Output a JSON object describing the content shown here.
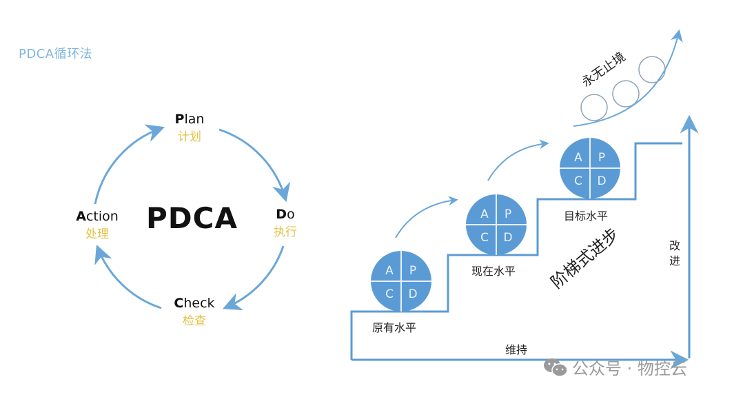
{
  "title": "PDCA循环法",
  "cycle": {
    "center": "PDCA",
    "phases": [
      {
        "key": "plan",
        "initial": "P",
        "rest": "lan",
        "zh": "计划"
      },
      {
        "key": "do",
        "initial": "D",
        "rest": "o",
        "zh": "执行"
      },
      {
        "key": "check",
        "initial": "C",
        "rest": "heck",
        "zh": "检查"
      },
      {
        "key": "action",
        "initial": "A",
        "rest": "ction",
        "zh": "处理"
      }
    ]
  },
  "staircase": {
    "quadrant_letters": [
      "A",
      "P",
      "C",
      "D"
    ],
    "levels": [
      {
        "label": "原有水平"
      },
      {
        "label": "现在水平"
      },
      {
        "label": "目标水平"
      }
    ],
    "diagonal_label": "阶梯式进步",
    "endless_label": "永无止境",
    "improve_label": "改进",
    "maintain_label": "维持"
  },
  "watermark": {
    "icon": "wechat-icon",
    "text": "公众号 · 物控云"
  },
  "colors": {
    "accent": "#5b9bd5",
    "title": "#7fb6e2",
    "zh_phase": "#e3c243",
    "circle_fill": "#5b9bd5",
    "arrow": "#6aa7d8"
  }
}
